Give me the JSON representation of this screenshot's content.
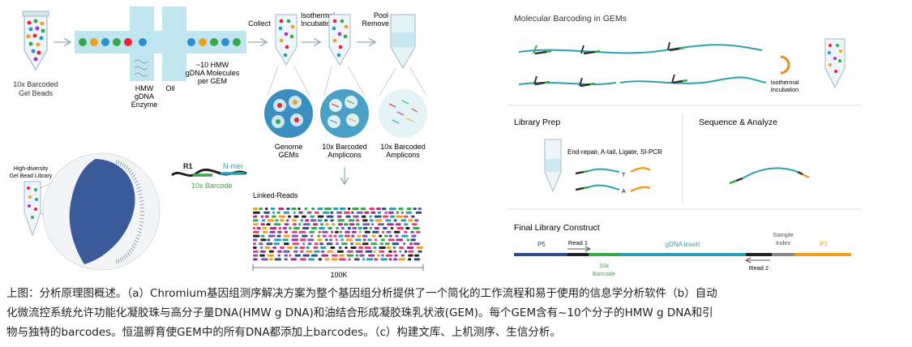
{
  "panel_a": {
    "beads_label_1": "10x Barcoded",
    "beads_label_2": "Gel Beads",
    "hmw_label_1": "HMW",
    "hmw_label_2": "gDNA",
    "hmw_label_3": "Enzyme",
    "oil_label": "Oil",
    "molecules_label_1": "~10 HMW",
    "molecules_label_2": "gDNA Molecules",
    "molecules_label_3": "per GEM",
    "collect_label": "Collect",
    "isothermal_label_1": "Isothermal",
    "isothermal_label_2": "Incubation",
    "pool_label_1": "Pool",
    "pool_label_2": "Remove Oil",
    "genome_gems_label_1": "Genome",
    "genome_gems_label_2": "GEMs",
    "amplicons_label_1": "10x Barcoded",
    "amplicons_label_2": "Amplicons",
    "amplicons2_label_1": "10x Barcoded",
    "amplicons2_label_2": "Amplicons",
    "linked_reads_label": "Linked-Reads",
    "scale_label": "100K"
  },
  "panel_b": {
    "library_label_1": "High-diversity",
    "library_label_2": "Gel Bead Library",
    "r1_label": "R1",
    "nmer_label": "N-mer",
    "barcode_label": "10x Barcode"
  },
  "panel_c": {
    "molecular_title": "Molecular Barcoding in GEMs",
    "isothermal_label_1": "Isothermal",
    "isothermal_label_2": "Incubation",
    "library_prep_title": "Library Prep",
    "library_prep_steps": "End-repair, A-tail, Ligate, SI-PCR",
    "t_label": "T",
    "a_label": "A",
    "sequence_title": "Sequence & Analyze",
    "final_title": "Final Library Construct",
    "p5_label": "P5",
    "read1_label": "Read 1",
    "gdna_insert_label": "gDNA insert",
    "sample_index_label_1": "Sample",
    "sample_index_label_2": "Index",
    "p7_label": "P7",
    "barcode_label_1": "10x",
    "barcode_label_2": "Barcode",
    "read2_label": "Read 2"
  },
  "caption": {
    "line1": "上图：分析原理图概述。（a）Chromium基因组测序解决方案为整个基因组分析提供了一个简化的工作流程和易于使用的信息学分析软件（b）自动",
    "line2": "化微流控系统允许功能化凝胶珠与高分子量DNA(HMW g DNA)和油结合形成凝胶珠乳状液(GEM)。每个GEM含有~10个分子的HMW g DNA和引",
    "line3": "物与独特的barcodes。恒温孵育使GEM中的所有DNA都添加上barcodes。（c）构建文库、上机测序、生信分析。"
  },
  "colors": {
    "teal": "#2e9fb0",
    "green": "#3aa64a",
    "orange": "#f0a020",
    "navy": "#2d4f8a",
    "chip": "#bfe6ee"
  }
}
